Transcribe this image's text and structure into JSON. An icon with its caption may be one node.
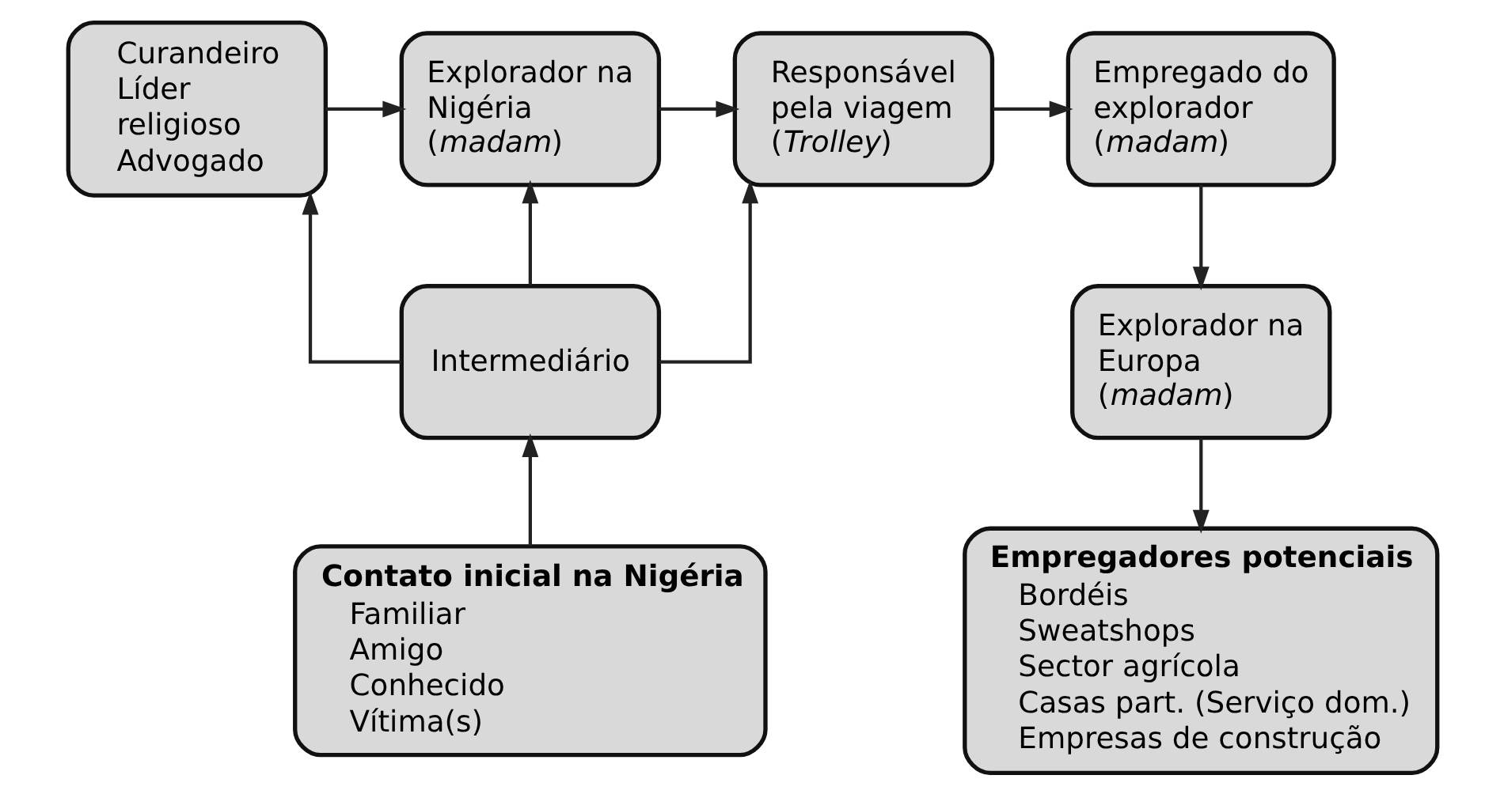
{
  "diagram": {
    "nodes": [
      {
        "text": [
          "Curandeiro Líder religioso Advogado"
        ]
      },
      {
        "text": [
          "Explorador na Nigéria (*madam*)"
        ]
      },
      {
        "text": [
          "Responsável pela viagem (*Trolley*)"
        ]
      },
      {
        "text": [
          "Empregado do explorador (*madam*)"
        ]
      },
      {
        "text": [
          "Intermediário"
        ]
      },
      {
        "text": [
          "Explorador na Europa (*madam*)"
        ]
      },
      {
        "text": [
          "Contato inicial na Nigéria",
          "Familiar",
          "Amigo",
          "Conhecido",
          "Vítima(s)"
        ]
      },
      {
        "text": [
          "Empregadores potenciais",
          "Bordéis",
          "Sweatshops",
          "Sector agrícola",
          "Casas part. (Serviço dom.)",
          "Empresas de construção"
        ]
      }
    ],
    "edges": [
      {
        "from": 0,
        "to": 1,
        "arrow": "to"
      },
      {
        "from": 1,
        "to": 2,
        "arrow": "to"
      },
      {
        "from": 2,
        "to": 3,
        "arrow": "to"
      },
      {
        "from": 4,
        "to": 0,
        "arrow": "to"
      },
      {
        "from": 4,
        "to": 1,
        "arrow": "to"
      },
      {
        "from": 4,
        "to": 2,
        "arrow": "to"
      },
      {
        "from": 6,
        "to": 4,
        "arrow": "to"
      },
      {
        "from": 3,
        "to": 5,
        "arrow": "to"
      },
      {
        "from": 5,
        "to": 7,
        "arrow": "to"
      }
    ]
  }
}
